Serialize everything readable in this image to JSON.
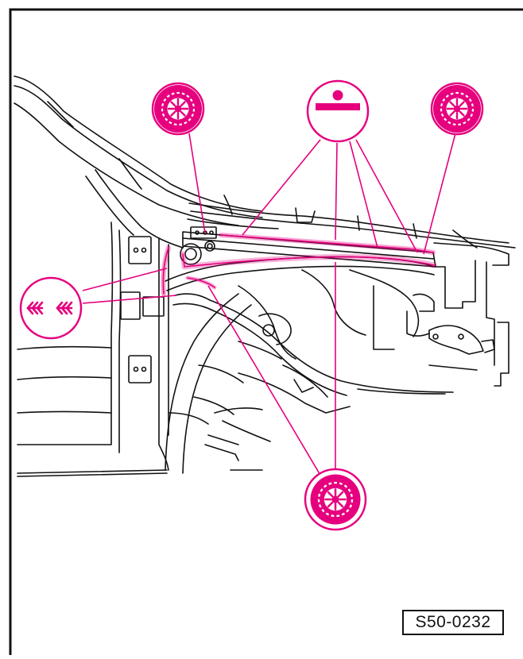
{
  "figure": {
    "reference_code": "S50-0232"
  },
  "colors": {
    "line": "#111111",
    "accent": "#e6007e",
    "accent_fill": "#f5b3d6",
    "background": "#ffffff"
  },
  "callouts": [
    {
      "id": "spot-weld-upper-left",
      "icon": "spot-weld-icon"
    },
    {
      "id": "seam-upper-center",
      "icon": "joint-seam-icon"
    },
    {
      "id": "spot-weld-upper-right",
      "icon": "spot-weld-icon"
    },
    {
      "id": "mig-brazing-left",
      "icon": "mig-weld-icon"
    },
    {
      "id": "spot-weld-bottom",
      "icon": "spot-weld-icon"
    }
  ]
}
